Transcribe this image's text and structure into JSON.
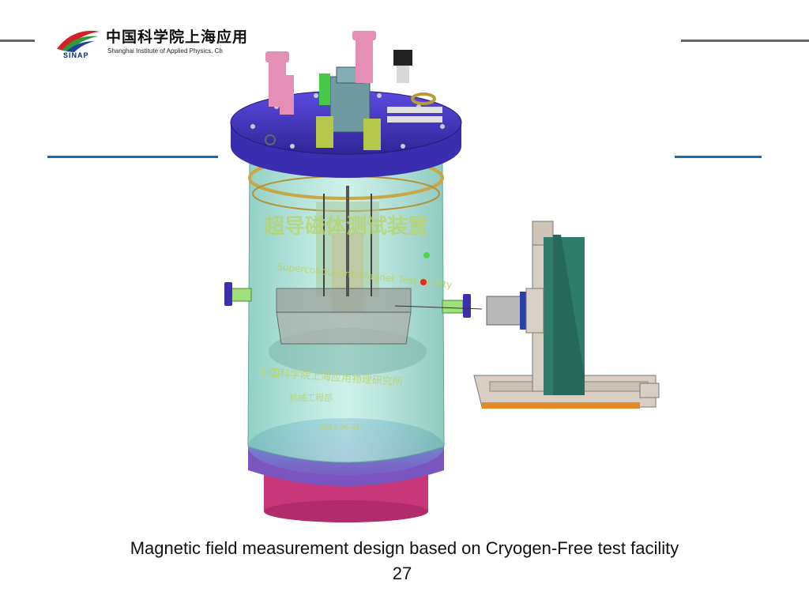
{
  "logo": {
    "cn_name": "中国科学院上海应用",
    "en_name": "Shanghai Institute of Applied Physics, Ch",
    "abbr": "SINAP"
  },
  "figure": {
    "overlay_cn_title": "超导磁体测试装置",
    "overlay_en_title": "Superconducting Magnet Test Facility",
    "overlay_org": "中国科学院上海应用物理研究所",
    "overlay_dept": "机械工程部",
    "overlay_date": "2013.06.22"
  },
  "caption": "Magnetic field measurement design based on Cryogen-Free test facility",
  "page_number": "27",
  "colors": {
    "grey_rule": "#666666",
    "blue_rule": "#1f6bb0",
    "flange": "#4a38c8",
    "vessel": "#8fd6c8",
    "base": "#c8377a",
    "stage": "#2e7d6b"
  }
}
